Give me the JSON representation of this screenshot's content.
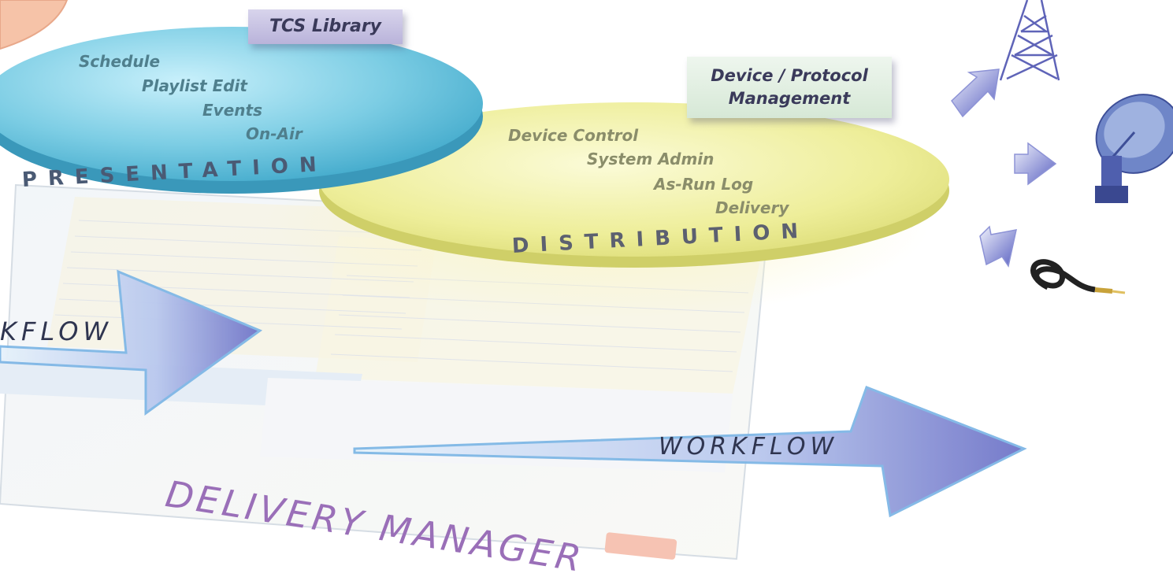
{
  "tcs_library": {
    "label": "TCS Library"
  },
  "device_protocol": {
    "line1": "Device / Protocol",
    "line2": "Management"
  },
  "presentation": {
    "title": "PRESENTATION",
    "items": [
      "Schedule",
      "Playlist Edit",
      "Events",
      "On-Air"
    ]
  },
  "distribution": {
    "title": "DISTRIBUTION",
    "items": [
      "Device Control",
      "System Admin",
      "As-Run Log",
      "Delivery"
    ]
  },
  "workflow_left": "KFLOW",
  "workflow_right": "WORKFLOW",
  "delivery_manager": "DELIVERY MANAGER",
  "icons": [
    "transmission-tower-icon",
    "satellite-dish-icon",
    "cable-icon"
  ],
  "colors": {
    "presentation_disc": "#6cc4dc",
    "distribution_disc": "#ecec8a",
    "arrow": "#6f74c8",
    "delivery_manager_text": "#9a6fb8"
  }
}
